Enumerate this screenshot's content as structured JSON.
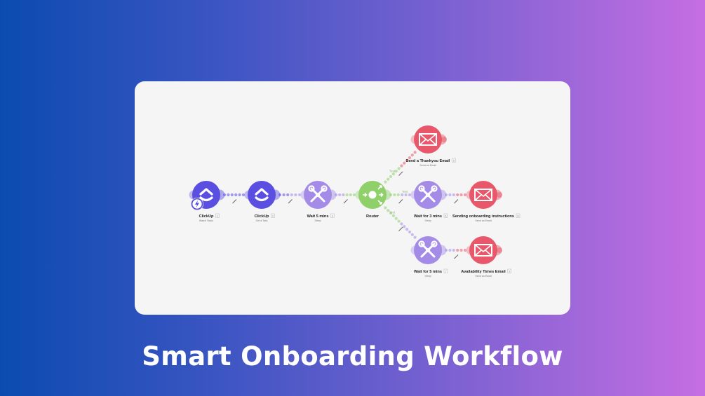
{
  "title": "Smart Onboarding Workflow",
  "colors": {
    "clickup": "#5a4fe0",
    "tools": "#a48be8",
    "router": "#8fd06a",
    "email": "#e8586a",
    "card": "#f5f5f5"
  },
  "nodes": [
    {
      "id": "clickup-watch",
      "icon": "clickup-icon",
      "label": "ClickUp",
      "badge": "1",
      "sub": "Watch Tasks",
      "type": "clickup",
      "trigger": true
    },
    {
      "id": "clickup-get",
      "icon": "clickup-icon",
      "label": "ClickUp",
      "badge": "2",
      "sub": "Get a Task",
      "type": "clickup"
    },
    {
      "id": "wait-5",
      "icon": "tools-icon",
      "label": "Wait 5 mins",
      "badge": "3",
      "sub": "Sleep",
      "type": "tools"
    },
    {
      "id": "router",
      "icon": "router-icon",
      "label": "Router",
      "badge": "",
      "sub": "",
      "type": "router"
    },
    {
      "id": "send-thankyou",
      "icon": "email-icon",
      "label": "Send a Thankyou Email",
      "badge": "5",
      "sub": "Send an Email",
      "type": "email"
    },
    {
      "id": "wait-3",
      "icon": "tools-icon",
      "label": "Wait for 3 mins",
      "badge": "6",
      "sub": "Sleep",
      "type": "tools"
    },
    {
      "id": "sending-onboarding",
      "icon": "email-icon",
      "label": "Sending onboarding instructions",
      "badge": "8",
      "sub": "Send an Email",
      "type": "email"
    },
    {
      "id": "wait-5b",
      "icon": "tools-icon",
      "label": "Wait for 5 mins",
      "badge": "7",
      "sub": "Sleep",
      "type": "tools"
    },
    {
      "id": "availability",
      "icon": "email-icon",
      "label": "Availability Times Email",
      "badge": "9",
      "sub": "Send an Email",
      "type": "email"
    }
  ],
  "edges": [
    {
      "from": "clickup-watch",
      "to": "clickup-get",
      "label": ""
    },
    {
      "from": "clickup-get",
      "to": "wait-5",
      "label": ""
    },
    {
      "from": "wait-5",
      "to": "router",
      "label": ""
    },
    {
      "from": "router",
      "to": "send-thankyou",
      "label": "Test"
    },
    {
      "from": "router",
      "to": "wait-3",
      "label": "Test"
    },
    {
      "from": "router",
      "to": "wait-5b",
      "label": "Test"
    },
    {
      "from": "wait-3",
      "to": "sending-onboarding",
      "label": ""
    },
    {
      "from": "wait-5b",
      "to": "availability",
      "label": ""
    }
  ]
}
